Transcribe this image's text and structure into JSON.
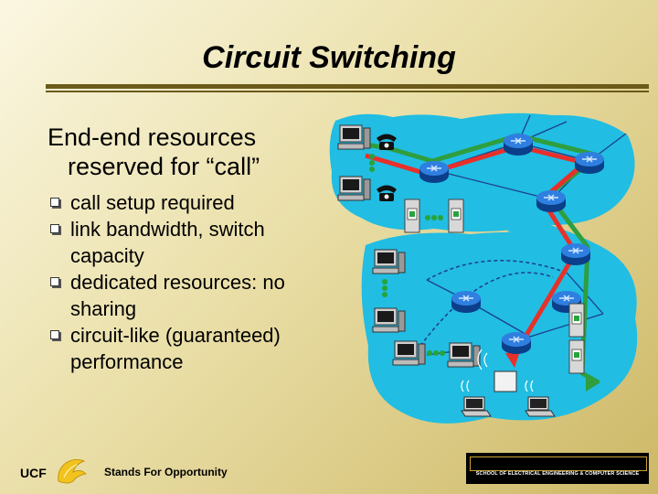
{
  "slide": {
    "title": "Circuit Switching",
    "heading_line1": "End-end resources",
    "heading_line2": "reserved for “call”",
    "bullets": [
      "call setup required",
      "link bandwidth,  switch capacity",
      "dedicated resources: no sharing",
      "circuit-like (guaranteed) performance"
    ]
  },
  "footer": {
    "logo_text": "UCF",
    "tagline": "Stands For Opportunity",
    "school": "SCHOOL OF ELECTRICAL ENGINEERING & COMPUTER SCIENCE"
  },
  "colors": {
    "cloud": "#21bde3",
    "router": "#1e6fd0",
    "circuit_red": "#e8302a",
    "circuit_green": "#2f9e3e",
    "rule": "#6b5a1a"
  },
  "icons": [
    "pc-icon",
    "telephone-icon",
    "server-icon",
    "laptop-icon",
    "router-icon",
    "wireless-base-station-icon"
  ]
}
